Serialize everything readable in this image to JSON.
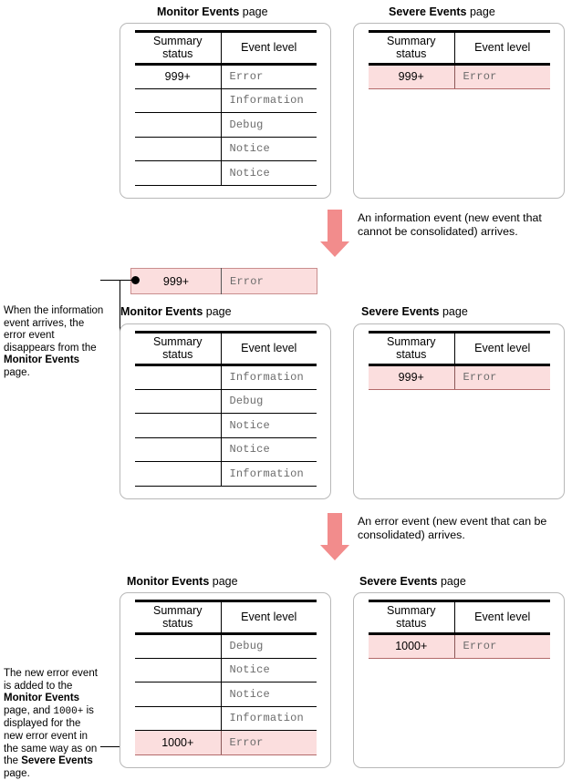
{
  "diagram": {
    "columns": {
      "summary": "Summary\nstatus",
      "level": "Event level"
    },
    "col_summary_line1": "Summary",
    "col_summary_line2": "status",
    "col_level": "Event level"
  },
  "colors": {
    "highlight_fill": "#FBDEDE",
    "highlight_border": "#B36A6A",
    "arrow": "#F28C8C",
    "rule": "#000000",
    "mono_text": "#6B6B6B",
    "card_border": "#B8B8B8"
  },
  "sections": [
    {
      "id": "top",
      "monitor": {
        "title_bold": "Monitor Events",
        "title_rest": " page",
        "rows": [
          {
            "summary": "999+",
            "level": "Error",
            "highlight": false
          },
          {
            "summary": "",
            "level": "Information",
            "highlight": false
          },
          {
            "summary": "",
            "level": "Debug",
            "highlight": false
          },
          {
            "summary": "",
            "level": "Notice",
            "highlight": false
          },
          {
            "summary": "",
            "level": "Notice",
            "highlight": false
          }
        ]
      },
      "severe": {
        "title_bold": "Severe Events",
        "title_rest": " page",
        "rows": [
          {
            "summary": "999+",
            "level": "Error",
            "highlight": true
          }
        ]
      }
    },
    {
      "id": "middle",
      "monitor": {
        "title_bold": "Monitor Events",
        "title_rest": " page",
        "rows": [
          {
            "summary": "",
            "level": "Information",
            "highlight": false
          },
          {
            "summary": "",
            "level": "Debug",
            "highlight": false
          },
          {
            "summary": "",
            "level": "Notice",
            "highlight": false
          },
          {
            "summary": "",
            "level": "Notice",
            "highlight": false
          },
          {
            "summary": "",
            "level": "Information",
            "highlight": false
          }
        ]
      },
      "severe": {
        "title_bold": "Severe Events",
        "title_rest": " page",
        "rows": [
          {
            "summary": "999+",
            "level": "Error",
            "highlight": true
          }
        ]
      }
    },
    {
      "id": "bottom",
      "monitor": {
        "title_bold": "Monitor Events",
        "title_rest": " page",
        "rows": [
          {
            "summary": "",
            "level": "Debug",
            "highlight": false
          },
          {
            "summary": "",
            "level": "Notice",
            "highlight": false
          },
          {
            "summary": "",
            "level": "Notice",
            "highlight": false
          },
          {
            "summary": "",
            "level": "Information",
            "highlight": false
          },
          {
            "summary": "1000+",
            "level": "Error",
            "highlight": true
          }
        ]
      },
      "severe": {
        "title_bold": "Severe Events",
        "title_rest": " page",
        "rows": [
          {
            "summary": "1000+",
            "level": "Error",
            "highlight": true
          }
        ]
      }
    }
  ],
  "callout": {
    "summary": "999+",
    "level": "Error"
  },
  "arrows": [
    {
      "id": "arrow-1",
      "text": "An information event (new event that cannot be consolidated) arrives."
    },
    {
      "id": "arrow-2",
      "text": "An error event (new event that can be consolidated) arrives."
    }
  ],
  "notes": {
    "middle": {
      "l1": "When the information",
      "l2": "event arrives, the",
      "l3": "error event",
      "l4": "disappears from the",
      "l5_bold": "Monitor Events",
      "l6": "page."
    },
    "bottom": {
      "l1": "The new error event",
      "l2": "is added to the",
      "l3_bold": "Monitor Events",
      "l4a": "page, and ",
      "l4mono": "1000+",
      "l4b": " is",
      "l5": "displayed for the",
      "l6": "new error event in",
      "l7": "the same way as on",
      "l8a": "the ",
      "l8bold": "Severe Events",
      "l9": "page."
    }
  }
}
